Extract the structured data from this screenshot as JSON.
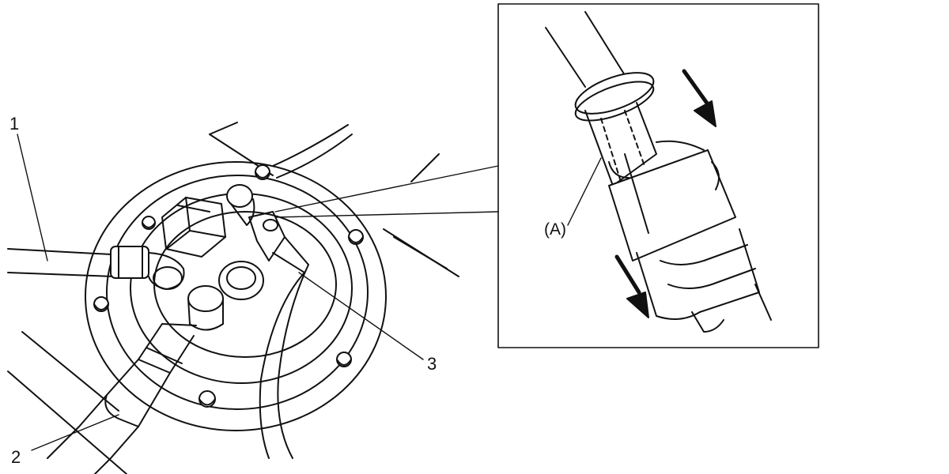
{
  "labels": {
    "part_1": "1",
    "part_2": "2",
    "part_3": "3",
    "detail_a": "(A)"
  },
  "colors": {
    "ink": "#111111",
    "paper": "#ffffff"
  }
}
